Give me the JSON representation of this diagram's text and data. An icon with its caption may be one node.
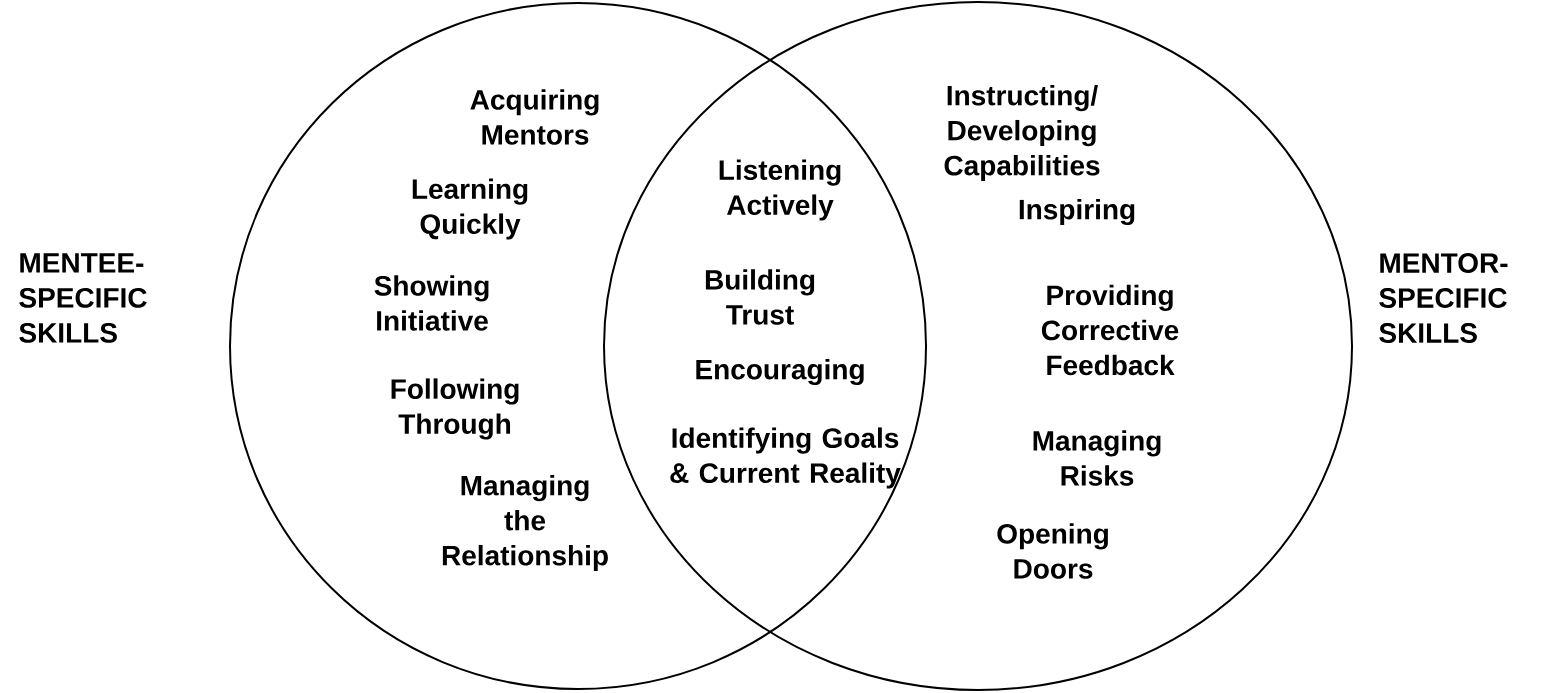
{
  "diagram": {
    "nodes": [
      {
        "text": [
          "Acquiring Mentors",
          "Learning Quickly",
          "Showing Initiative",
          "Following Through",
          "Managing the Relationship"
        ],
        "beside": [
          "MENTEE- SPECIFIC SKILLS"
        ]
      },
      {
        "text": [
          "Instructing/ Developing Capabilities",
          "Inspiring",
          "Providing Corrective Feedback",
          "Managing Risks",
          "Opening Doors"
        ],
        "beside": [
          "MENTOR- SPECIFIC SKILLS"
        ]
      }
    ],
    "labels": [
      "Listening Actively",
      "Building Trust",
      "Encouraging",
      "Identifying Goals & Current Reality"
    ]
  }
}
